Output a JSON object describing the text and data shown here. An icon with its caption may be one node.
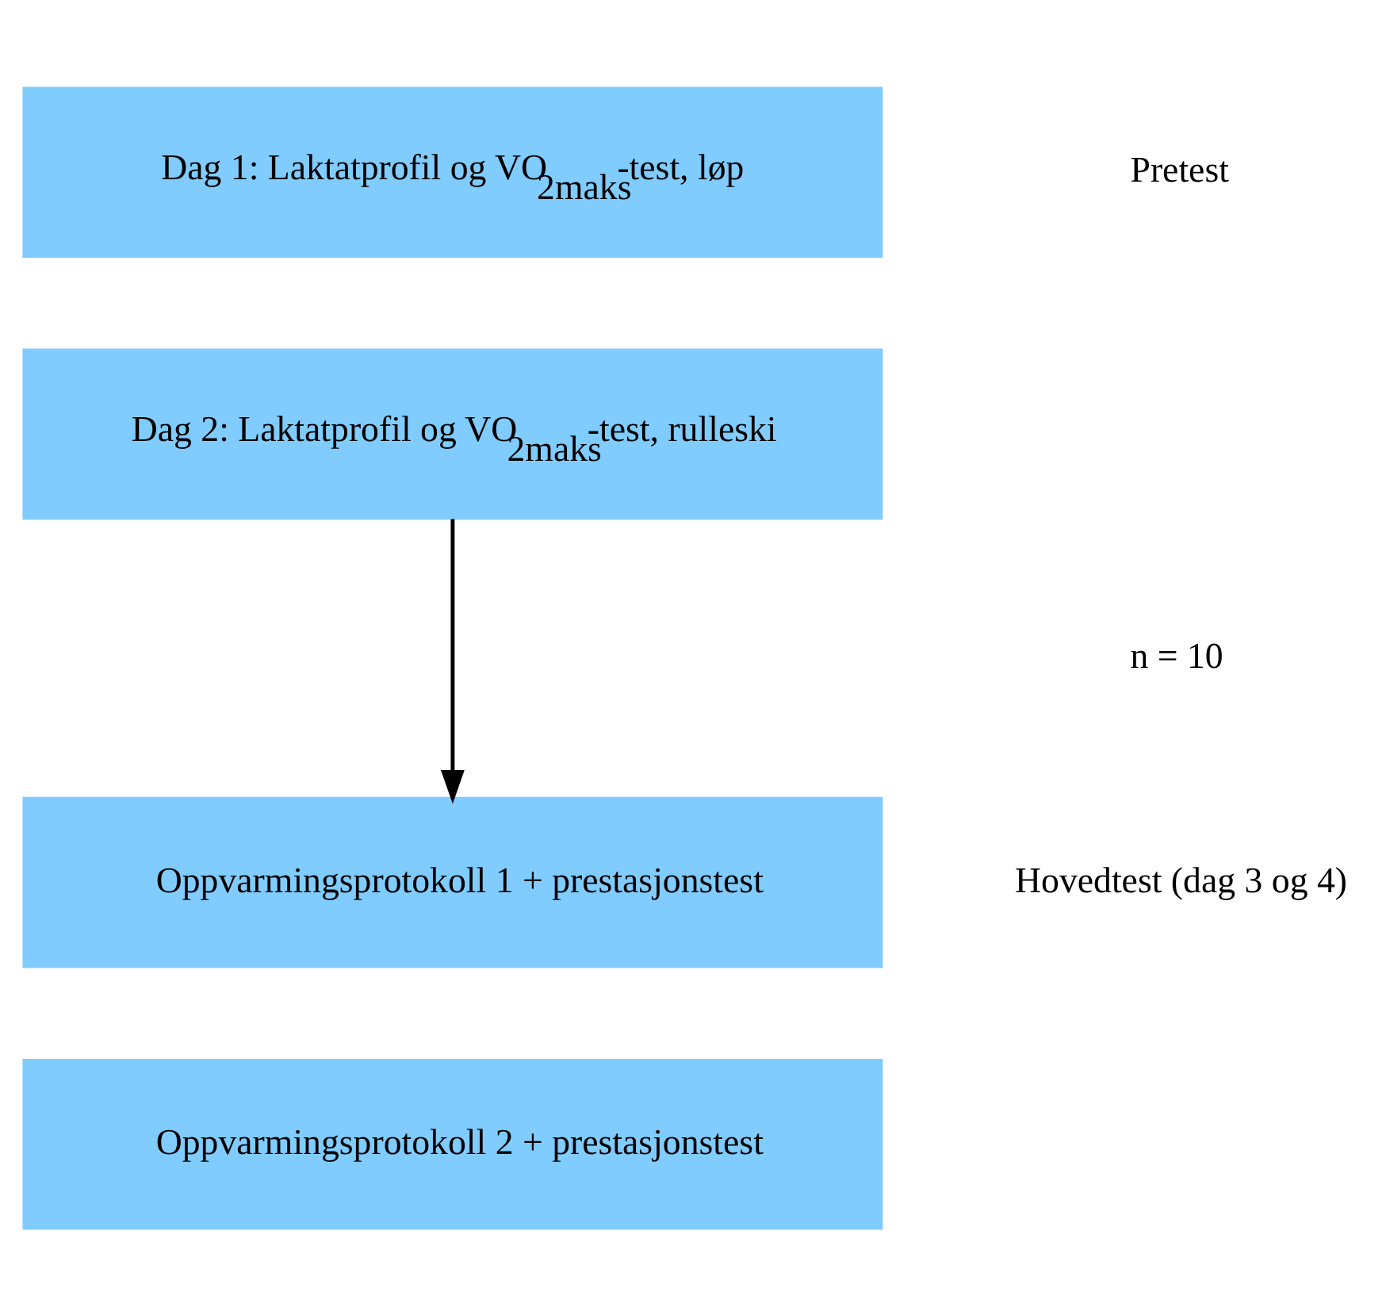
{
  "diagram": {
    "nodes": [
      {
        "text": [
          "Dag 1: Laktatprofil og VO$_{2maks}$-test, løp"
        ]
      },
      {
        "text": [
          "Dag 2: Laktatprofil og VO$_{2maks}$-test, rulleski"
        ]
      },
      {
        "text": [
          "Oppvarmingsprotokoll 1 + prestasjonstest"
        ]
      },
      {
        "text": [
          "Oppvarmingsprotokoll 2 + prestasjonstest"
        ]
      }
    ],
    "edges": [
      {
        "from": 1,
        "to": 2,
        "arrow": "to"
      }
    ],
    "labels": [
      "Pretest",
      "n = 10",
      "Hovedtest (dag 3 og 4)"
    ]
  }
}
